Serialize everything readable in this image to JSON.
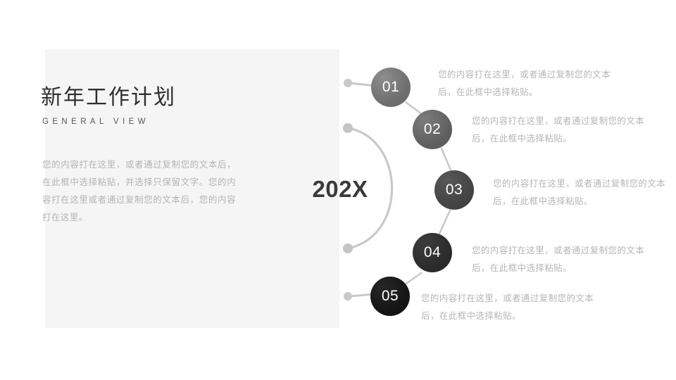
{
  "slide": {
    "background_color": "#ffffff",
    "panel_color": "#f5f5f5"
  },
  "left": {
    "title": "新年工作计划",
    "subtitle": "GENERAL VIEW",
    "body": "您的内容打在这里，或者通过复制您的文本后，在此框中选择粘贴，并选择只保留文字。您的内容打在这里或者通过复制您的文本后，您的内容打在这里。"
  },
  "center": {
    "year": "202X"
  },
  "steps": [
    {
      "number": "01",
      "color": "#6f6f6f",
      "text": "您的内容打在这里，或者通过复制您的文本后，在此框中选择粘贴。"
    },
    {
      "number": "02",
      "color": "#606060",
      "text": "您的内容打在这里，或者通过复制您的文本后，在此框中选择粘贴。"
    },
    {
      "number": "03",
      "color": "#444444",
      "text": "您的内容打在这里，或者通过复制您的文本后，在此框中选择粘贴。"
    },
    {
      "number": "04",
      "color": "#2c2c2c",
      "text": "您的内容打在这里，或者通过复制您的文本后，在此框中选择粘贴。"
    },
    {
      "number": "05",
      "color": "#151515",
      "text": "您的内容打在这里，或者通过复制您的文本后，在此框中选择粘贴。"
    }
  ]
}
